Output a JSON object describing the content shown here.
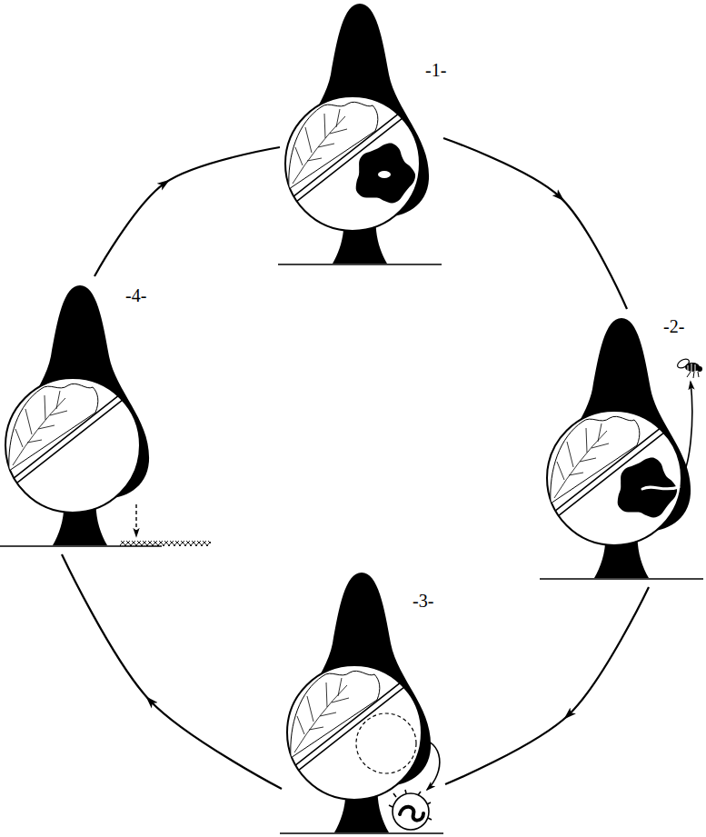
{
  "diagram": {
    "nodes": [
      {
        "text": [
          "-1-"
        ]
      },
      {
        "text": [
          "-2-"
        ]
      },
      {
        "text": [
          "-3-"
        ]
      },
      {
        "text": [
          "-4-"
        ]
      }
    ],
    "edges": [
      {
        "from": 0,
        "to": 1,
        "arrow": "to"
      },
      {
        "from": 1,
        "to": 2,
        "arrow": "to"
      },
      {
        "from": 2,
        "to": 3,
        "arrow": "to"
      },
      {
        "from": 3,
        "to": 0,
        "arrow": "to"
      }
    ]
  }
}
